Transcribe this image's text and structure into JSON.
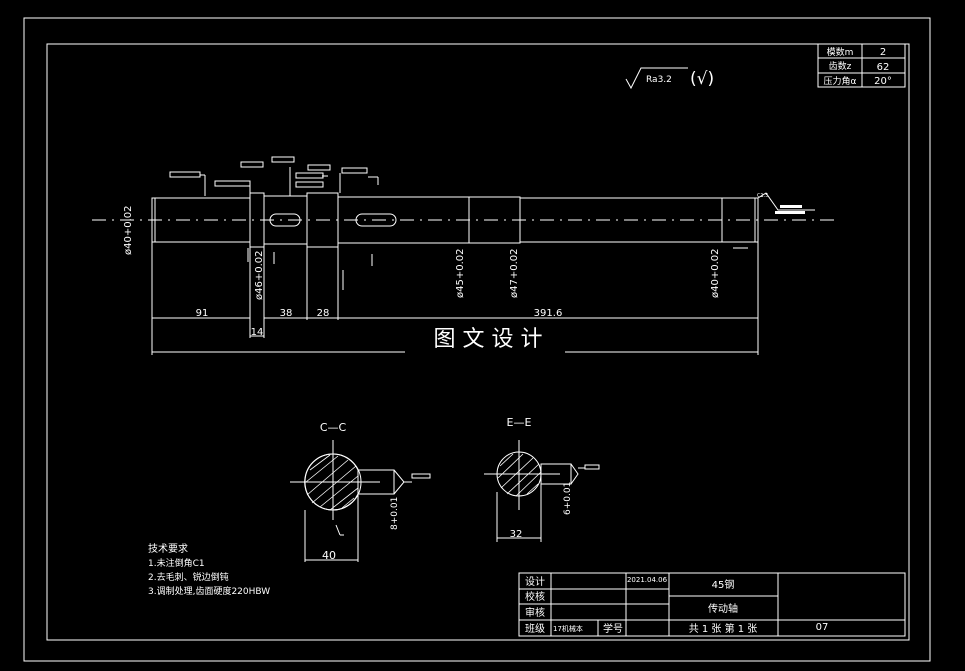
{
  "gear_params": [
    {
      "label": "模数m",
      "value": "2"
    },
    {
      "label": "齿数z",
      "value": "62"
    },
    {
      "label": "压力角α",
      "value": "20°"
    }
  ],
  "roughness": {
    "symbol": "Ra3.2",
    "paren": "(√)"
  },
  "shaft": {
    "dia_left": "ø40+0.02",
    "dia_46": "ø46+0.02",
    "dia_45": "ø45+0.02",
    "dia_47": "ø47+0.02",
    "dia_right": "ø40+0.02",
    "dim_91": "91",
    "dim_14": "14",
    "dim_38": "38",
    "dim_28": "28",
    "dim_total": "391.6",
    "chamfer": "C1.5"
  },
  "watermark": "图 文 设 计",
  "sections": {
    "cc_title": "C—C",
    "cc_width": "40",
    "cc_depth": "8+0.01",
    "ee_title": "E—E",
    "ee_width": "32",
    "ee_depth": "6+0.01"
  },
  "tech": {
    "title": "技术要求",
    "items": [
      "1.未注倒角C1",
      "2.去毛刺、锐边倒钝",
      "3.调制处理,齿面硬度220HBW"
    ]
  },
  "title_block": {
    "design": "设计",
    "check": "校核",
    "review": "审核",
    "class": "班级",
    "class_val": "17机械本",
    "student_no": "学号",
    "date": "2021.04.06",
    "material": "45钢",
    "part_name": "传动轴",
    "sheet": "共 1 张 第 1 张",
    "drawing_no": "07"
  }
}
